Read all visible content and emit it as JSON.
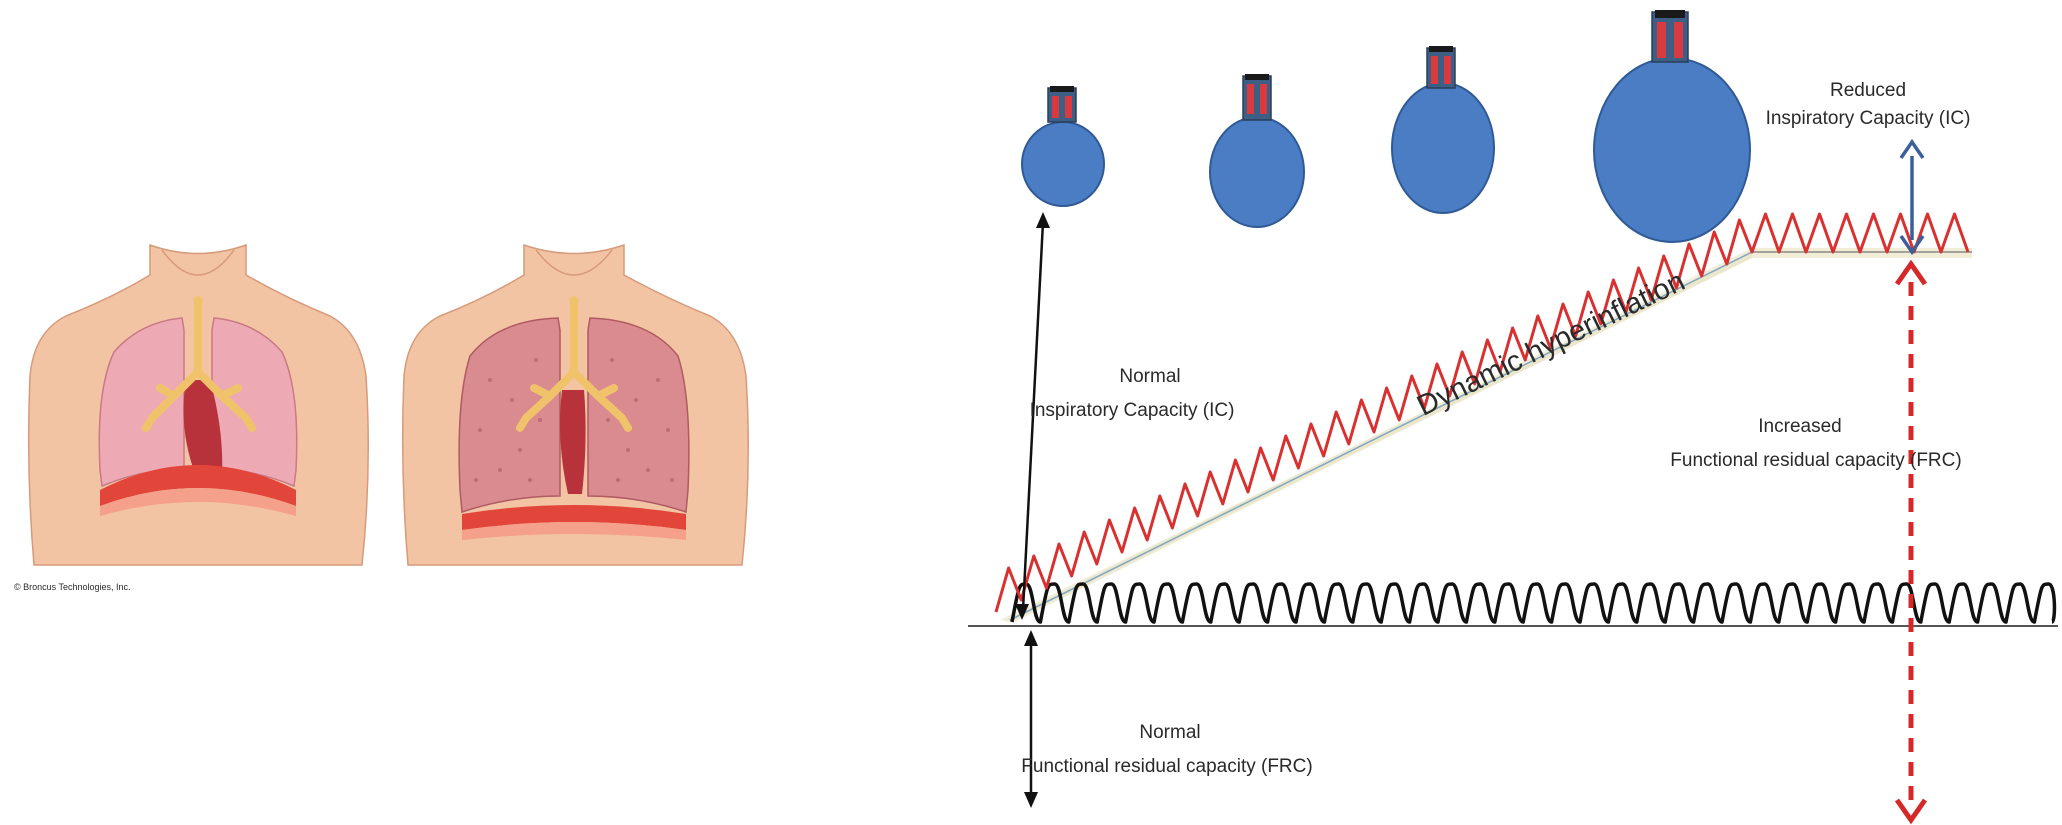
{
  "credit": "© Broncus Technologies, Inc.",
  "labels": {
    "reduced_ic": [
      "Reduced",
      "Inspiratory Capacity (IC)"
    ],
    "normal_ic": [
      "Normal",
      "Inspiratory Capacity (IC)"
    ],
    "increased_frc": [
      "Increased",
      "Functional residual capacity (FRC)"
    ],
    "normal_frc": [
      "Normal",
      "Functional residual capacity (FRC)"
    ],
    "dynamic": "Dynamic hyperinflation"
  },
  "colors": {
    "balloon": "#4a7dc4",
    "balloon_edge": "#2f5a96",
    "red_wave": "#d93030",
    "black_wave": "#111111",
    "blue_arrow": "#3b5f9a",
    "fill_band": "#f1edd6",
    "skin": "#f2c4a4",
    "lung_normal": "#eeaab4",
    "lung_hyper": "#d98b8f",
    "diaphragm": "#e2463a",
    "airway": "#f0c36a"
  }
}
